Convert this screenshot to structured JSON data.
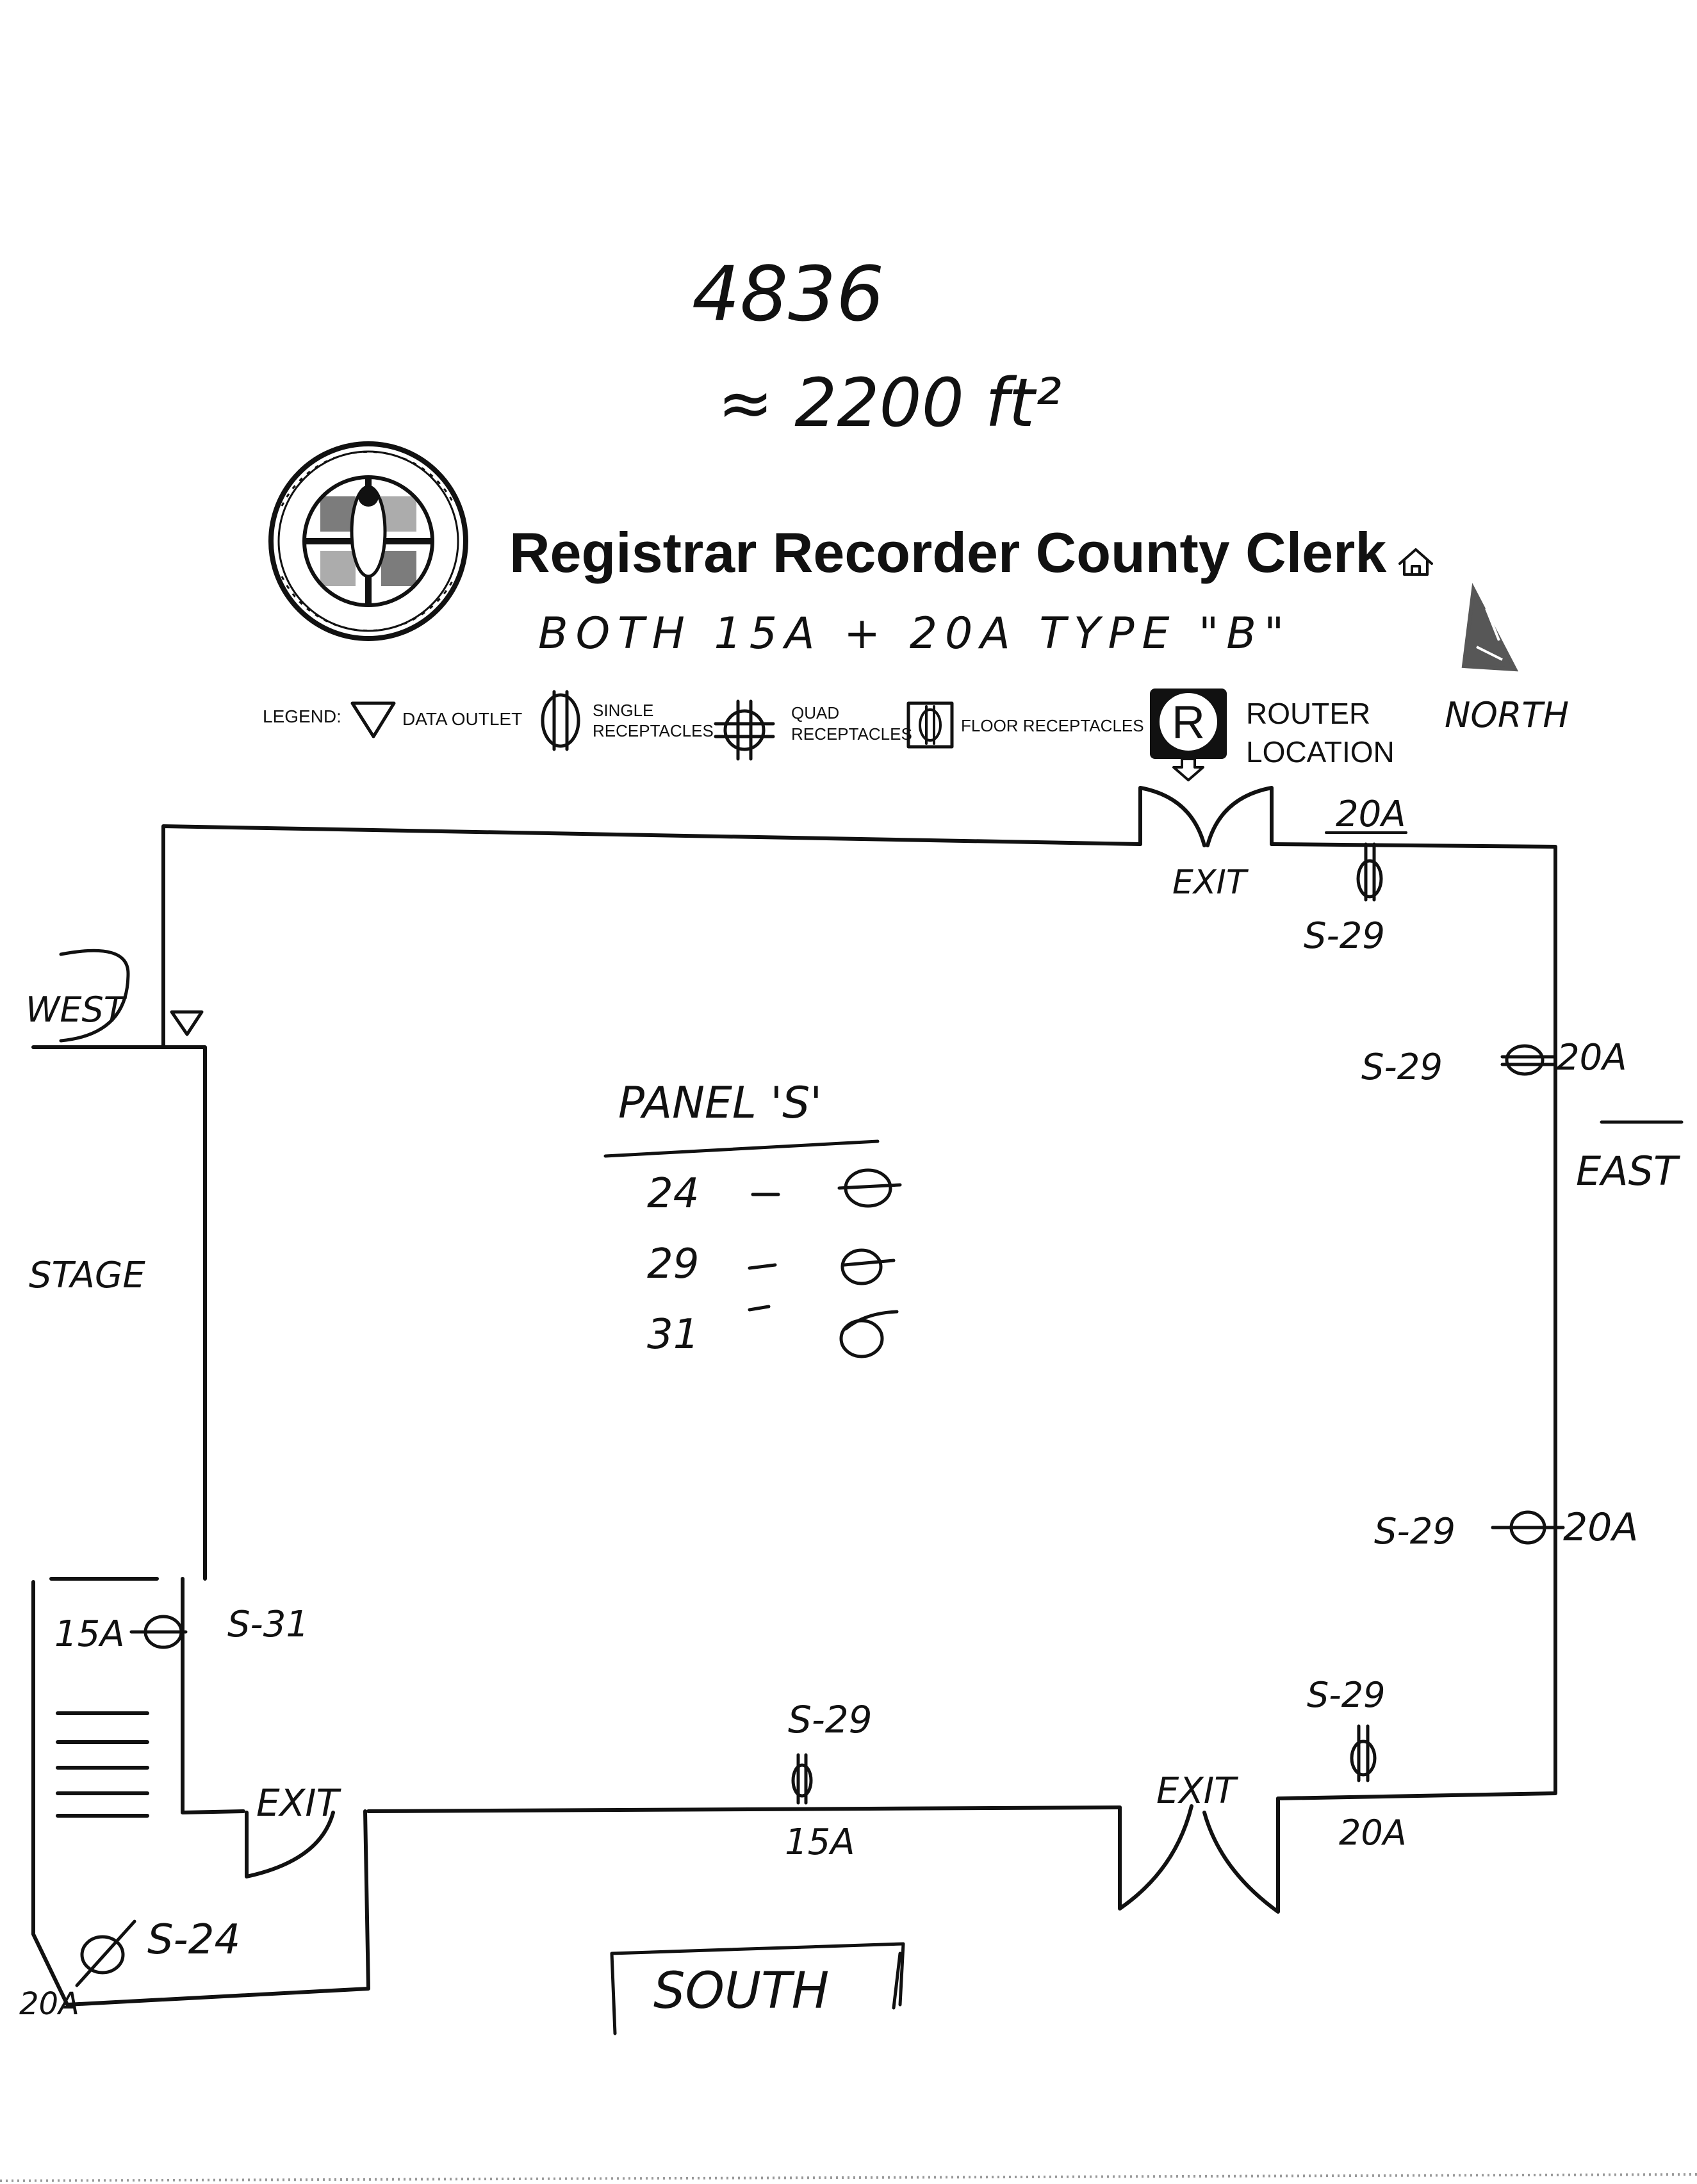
{
  "handwritten_notes": {
    "top_number": "4836",
    "area_estimate": "≈ 2200 ft²",
    "wiring_note": "BOTH 15A + 20A TYPE \"B\"",
    "north_label": "NORTH"
  },
  "header": {
    "title": "Registrar Recorder County Clerk"
  },
  "legend": {
    "label": "LEGEND:",
    "data_outlet": "DATA OUTLET",
    "single_receptacles": [
      "SINGLE",
      "RECEPTACLES"
    ],
    "quad_receptacles": [
      "QUAD",
      "RECEPTACLES"
    ],
    "floor_receptacles": "FLOOR RECEPTACLES",
    "router_letter": "R",
    "router_location": [
      "ROUTER",
      "LOCATION"
    ]
  },
  "directions": {
    "west": "WEST",
    "east": "EAST",
    "south": "SOUTH"
  },
  "rooms": {
    "stage": "STAGE"
  },
  "exits": {
    "north": "EXIT",
    "south_left": "EXIT",
    "south_right": "EXIT"
  },
  "panel": {
    "title": "PANEL 'S'",
    "circuits": [
      "24",
      "29",
      "31"
    ]
  },
  "receptacles": {
    "north_amp": "20A",
    "north_circuit": "S-29",
    "east_upper_circuit": "S-29",
    "east_upper_amp": "20A",
    "east_lower_circuit": "S-29",
    "east_lower_amp": "20A",
    "west_amp": "15A",
    "west_circuit": "S-31",
    "south_mid_circuit": "S-29",
    "south_mid_amp": "15A",
    "south_right_circuit": "S-29",
    "south_right_amp": "20A",
    "bottom_left_circuit": "S-24",
    "bottom_left_amp": "20A"
  },
  "colors": {
    "ink": "#111111",
    "paper": "#ffffff"
  }
}
